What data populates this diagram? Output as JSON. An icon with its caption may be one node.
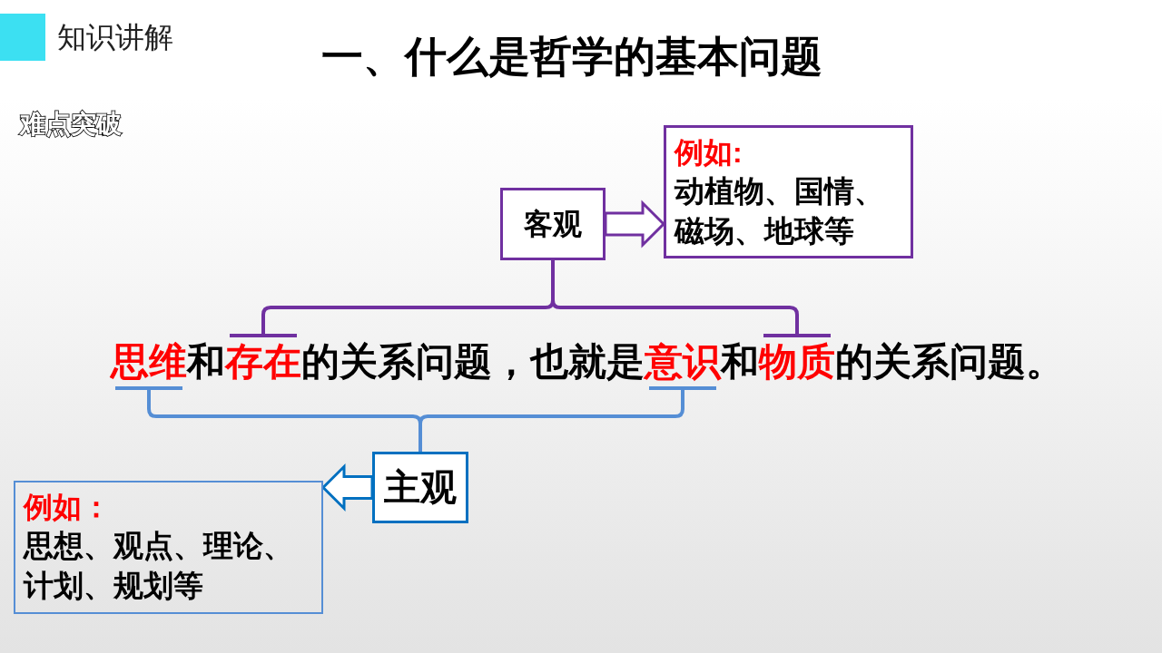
{
  "diagram": {
    "title": "一、什么是哲学的基本问题",
    "nodes": [
      {
        "text": [
          "客观"
        ]
      },
      {
        "text": [
          "例如:",
          "动植物、国情、磁场、地球等"
        ]
      },
      {
        "text": [
          "思维"
        ]
      },
      {
        "text": [
          "存在"
        ]
      },
      {
        "text": [
          "意识"
        ]
      },
      {
        "text": [
          "物质"
        ]
      },
      {
        "text": [
          "主观"
        ]
      },
      {
        "text": [
          "例如：",
          "思想、观点、理论、计划、规划等"
        ]
      }
    ],
    "edges": [
      {
        "from": 0,
        "to": 1,
        "arrow": "to",
        "color": "#7030a0"
      },
      {
        "from": 0,
        "to": 3,
        "arrow": "none",
        "color": "#7030a0"
      },
      {
        "from": 0,
        "to": 5,
        "arrow": "none",
        "color": "#7030a0"
      },
      {
        "from": 6,
        "to": 7,
        "arrow": "to",
        "color": "#0070c0"
      },
      {
        "from": 6,
        "to": 2,
        "arrow": "none",
        "color": "#558ed5"
      },
      {
        "from": 6,
        "to": 4,
        "arrow": "none",
        "color": "#558ed5"
      }
    ],
    "labels": [
      "知识讲解",
      "难点突破",
      "和",
      "的关系问题，也就是",
      "和",
      "的关系问题。"
    ]
  }
}
